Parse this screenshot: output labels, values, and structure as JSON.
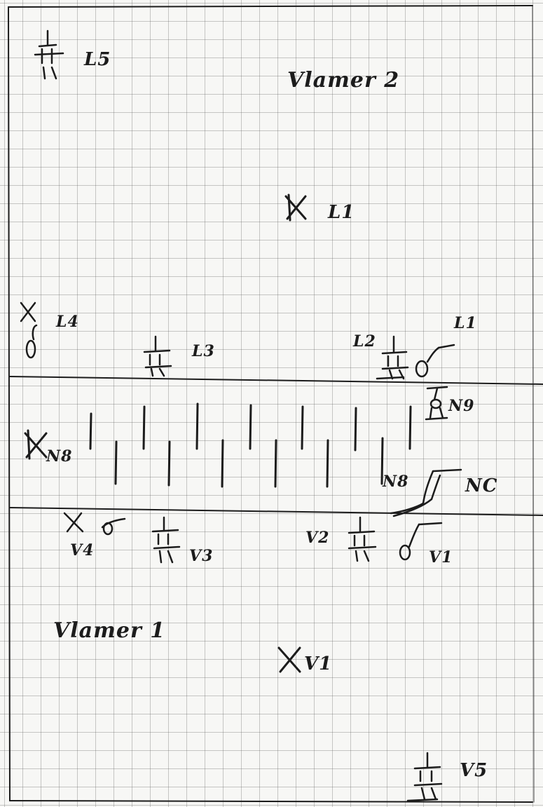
{
  "rooms": {
    "upper": {
      "title": "Vlamer 2"
    },
    "lower": {
      "title": "Vlamer 1"
    }
  },
  "upper_room_labels": {
    "corner_outlet": "L5",
    "ceiling_light": "L1",
    "left_switch": "L4",
    "mid_outlet": "L3",
    "right_outlet": "L2",
    "right_switch": "L1"
  },
  "corridor_labels": {
    "left_light": "N8",
    "right_top_outlet": "N9",
    "right_mid_a": "N8",
    "right_mid_b": "NC"
  },
  "lower_room_labels": {
    "left_switch": "V4",
    "mid_outlet": "V3",
    "right_outlet": "V2",
    "right_switch": "V1",
    "ceiling_light": "V1",
    "bottom_outlet": "V5"
  },
  "colors": {
    "ink": "#1c1c1c",
    "grid": "#8a8a8a",
    "paper": "#f7f7f5"
  }
}
